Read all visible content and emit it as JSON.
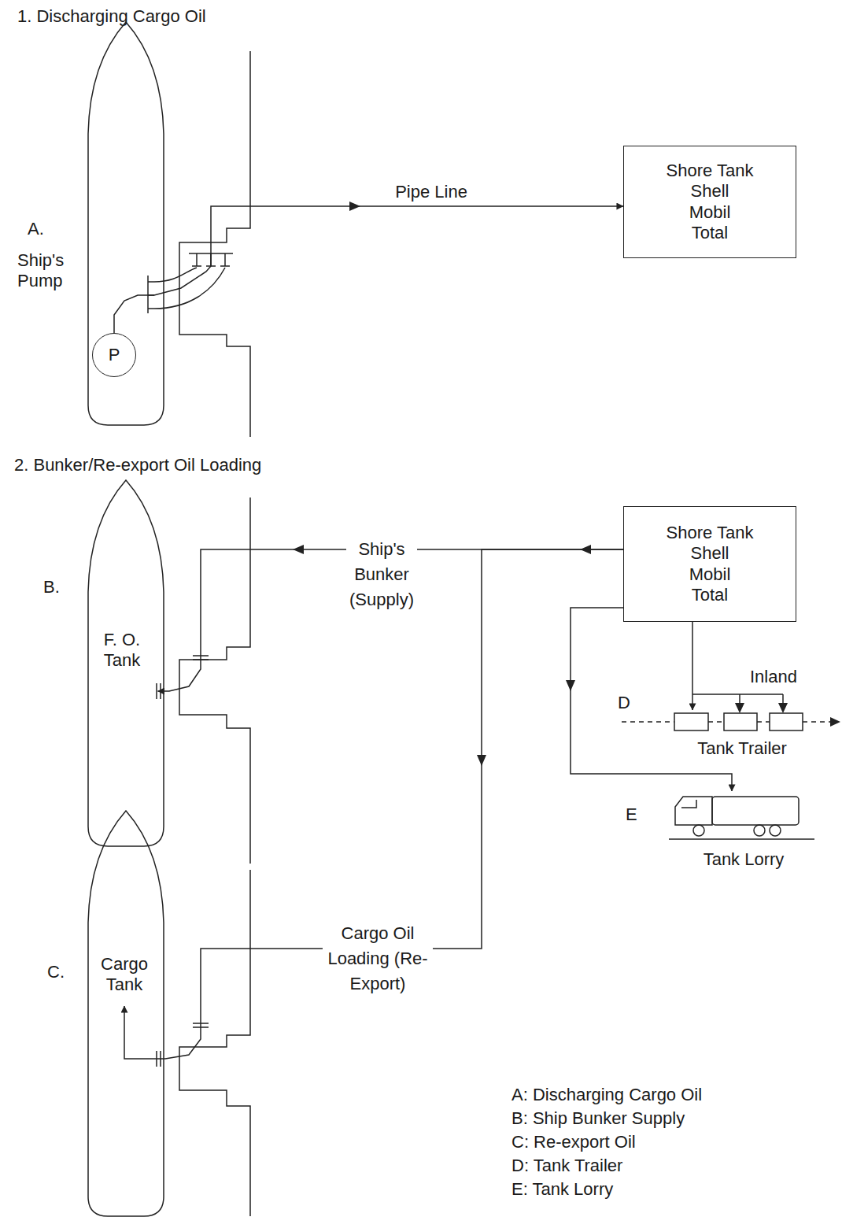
{
  "diagram": {
    "nodes": [
      {
        "text": [
          "P"
        ]
      },
      {
        "text": [
          "Shore Tank",
          "Shell Mobil Total"
        ]
      },
      {
        "text": [
          "F. O. Tank"
        ]
      },
      {
        "text": [
          "Shore Tank",
          "Shell Mobil Total"
        ]
      },
      {
        "text": [
          "Tank Trailer"
        ]
      },
      {
        "text": [
          "Tank Lorry"
        ]
      },
      {
        "text": [
          "Cargo Tank"
        ]
      }
    ],
    "edges": [
      {
        "from": 0,
        "to": 1,
        "arrow": "to",
        "label": "Pipe Line"
      },
      {
        "from": 3,
        "to": 2,
        "arrow": "to",
        "label": "Ship's Bunker (Supply)"
      },
      {
        "from": 3,
        "to": 4,
        "arrow": "to"
      },
      {
        "from": 3,
        "to": 5,
        "arrow": "to"
      },
      {
        "from": 3,
        "to": 6,
        "arrow": "to",
        "label": "Cargo Oil Loading (Re-Export)"
      }
    ],
    "labels": [
      "1. Discharging Cargo Oil",
      "A.",
      "Ship's Pump",
      "2. Bunker/Re-export Oil Loading",
      "B.",
      "Inland",
      "D",
      "E",
      "C.",
      "A: Discharging Cargo Oil",
      "B: Ship Bunker Supply",
      "C: Re-export Oil",
      "D: Tank Trailer",
      "E: Tank Lorry"
    ]
  }
}
